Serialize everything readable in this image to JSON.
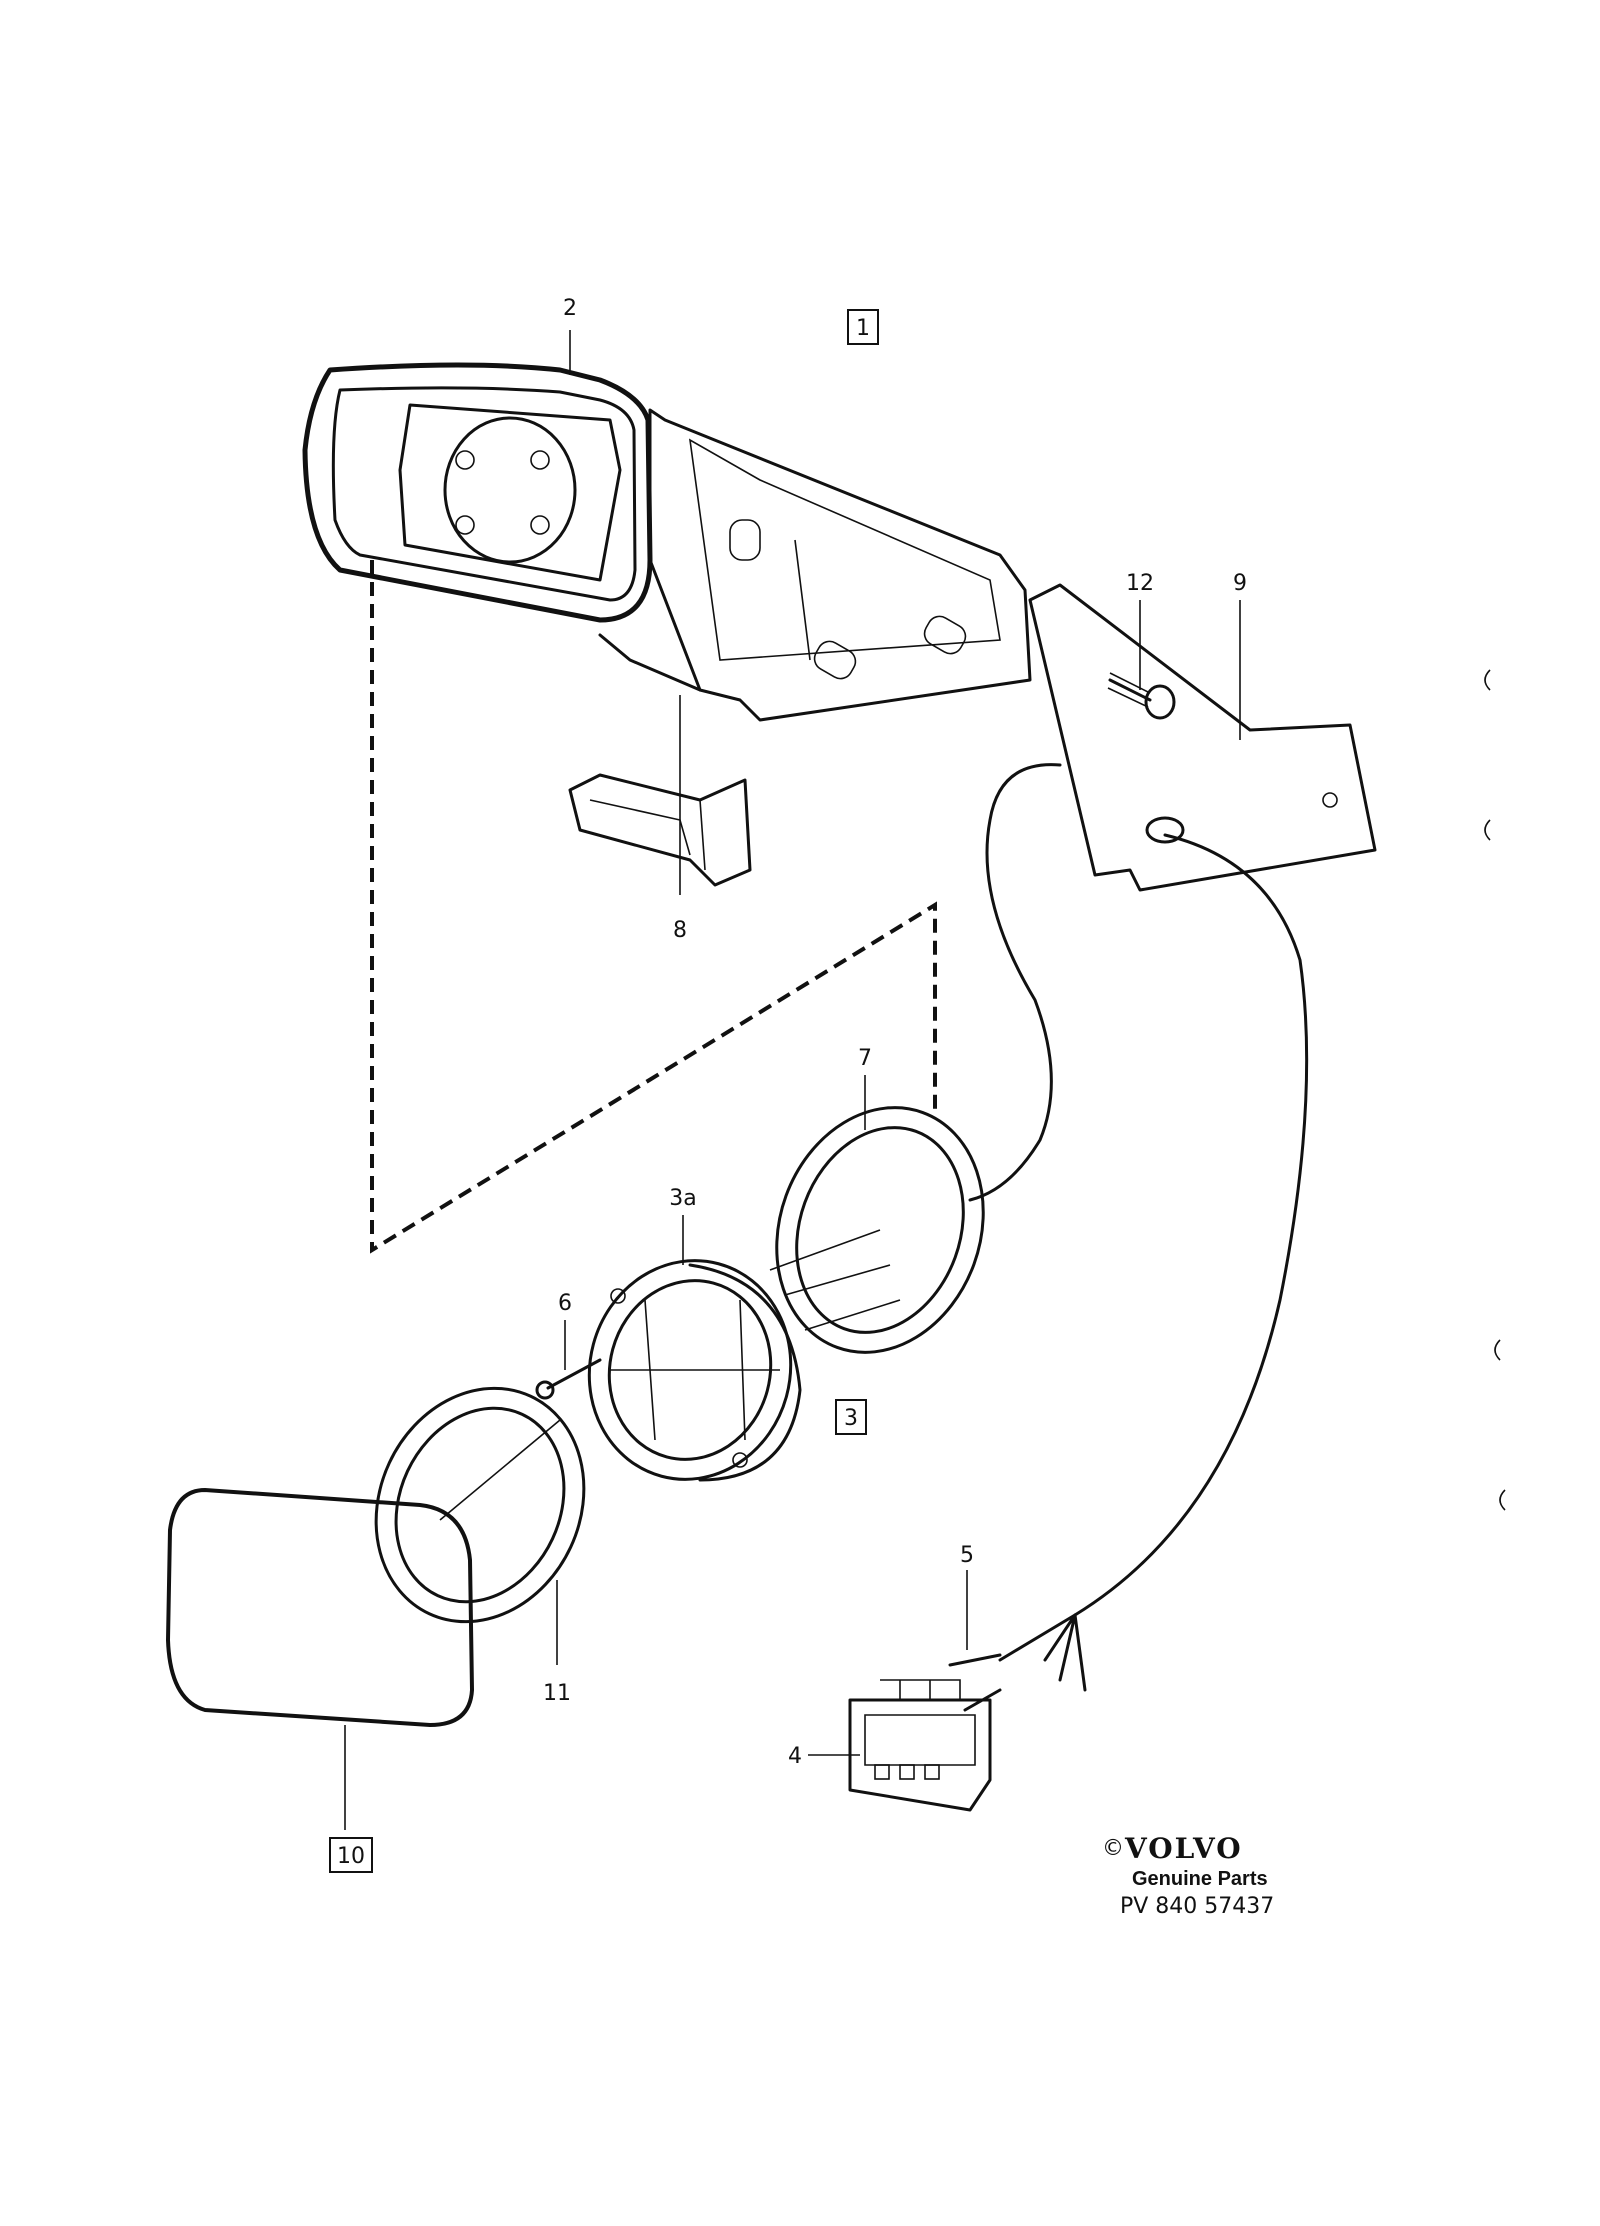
{
  "diagram": {
    "callouts": {
      "c2": "2",
      "c1": "1",
      "c12": "12",
      "c9": "9",
      "c8": "8",
      "c7": "7",
      "c3a": "3a",
      "c6": "6",
      "c3": "3",
      "c11": "11",
      "c5": "5",
      "c4": "4",
      "c10": "10"
    },
    "brand": {
      "copyright": "©",
      "logo": "VOLVO",
      "tagline": "Genuine Parts",
      "drawing_number": "PV 840 57437"
    }
  }
}
